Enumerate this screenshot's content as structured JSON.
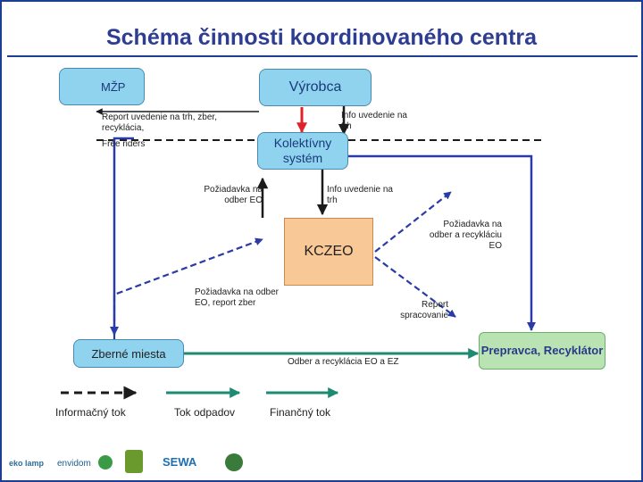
{
  "title": "Schéma činnosti koordinovaného centra",
  "nodes": {
    "mzp": "MŽP",
    "vyrobca": "Výrobca",
    "kolektivny": "Kolektívny systém",
    "kczeo": "KCZEO",
    "zberne": "Zberné miesta",
    "prepravca": "Prepravca, Recyklátor"
  },
  "labels": {
    "report": "Report uvedenie na trh, zber, recyklácia,",
    "free_riders": "Free riders",
    "info1": "Info uvedenie na trh",
    "poziadavka_odber": "Požiadavka na odber EO",
    "info2": "Info uvedenie na trh",
    "poziadavka_recyklacia": "Požiadavka na odber a recykláciu EO",
    "poziadavka_report": "Požiadavka na odber EO, report zber",
    "report_spracovanie": "Report spracovanie",
    "odber": "Odber a recyklácia EO a EZ"
  },
  "legend": {
    "info": "Informačný tok",
    "odpad": "Tok odpadov",
    "financny": "Finančný tok"
  },
  "logos": {
    "l1": "eko lamp",
    "l2": "envidom",
    "l3": "SEWA"
  },
  "colors": {
    "box_blue": "#8fd3ef",
    "kczeo": "#f9c897",
    "prepravca": "#b9e3b3",
    "waste_flow": "#1f8a72",
    "info_flow": "#1b1b1b",
    "finance_flow": "#e0232a",
    "dash_flow": "#2a3aa8"
  }
}
